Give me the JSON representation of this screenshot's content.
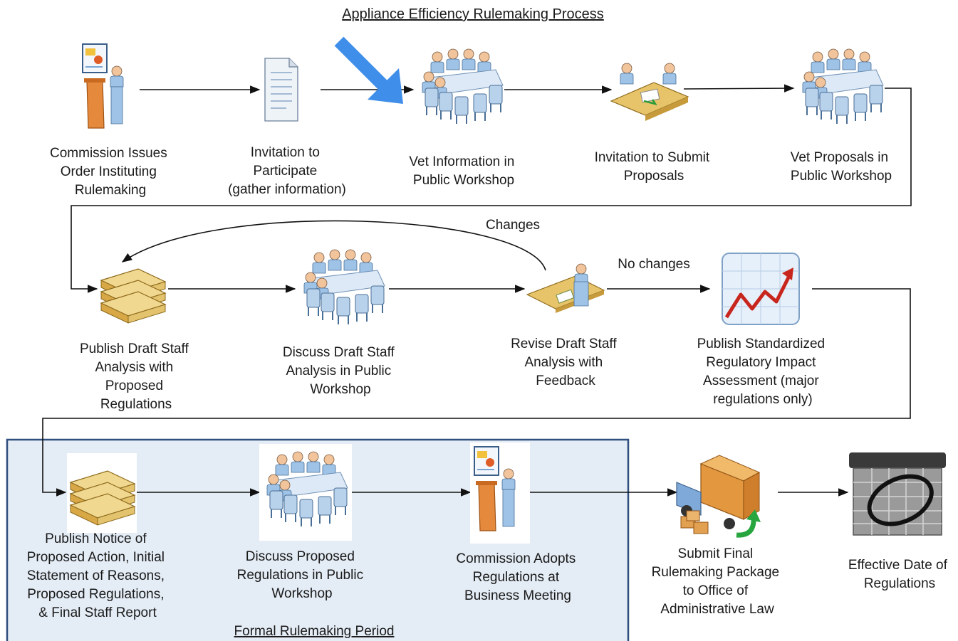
{
  "title": "Appliance Efficiency Rulemaking Process",
  "steps": [
    {
      "lines": [
        "Commission Issues",
        "Order Instituting",
        "Rulemaking"
      ],
      "icon": "presenter-icon"
    },
    {
      "lines": [
        "Invitation to",
        "Participate",
        "(gather information)"
      ],
      "icon": "document-icon"
    },
    {
      "lines": [
        "Vet Information in",
        "Public Workshop"
      ],
      "icon": "workshop-icon"
    },
    {
      "lines": [
        "Invitation to Submit",
        "Proposals"
      ],
      "icon": "proposal-exchange-icon"
    },
    {
      "lines": [
        "Vet Proposals in",
        "Public Workshop"
      ],
      "icon": "workshop-icon"
    },
    {
      "lines": [
        "Publish Draft Staff",
        "Analysis with",
        "Proposed",
        "Regulations"
      ],
      "icon": "document-stack-icon"
    },
    {
      "lines": [
        "Discuss Draft Staff",
        "Analysis in Public",
        "Workshop"
      ],
      "icon": "workshop-icon"
    },
    {
      "lines": [
        "Revise Draft Staff",
        "Analysis with",
        "Feedback"
      ],
      "icon": "desk-writer-icon"
    },
    {
      "lines": [
        "Publish Standardized",
        "Regulatory Impact",
        "Assessment (major",
        "regulations only)"
      ],
      "icon": "trend-chart-icon"
    },
    {
      "lines": [
        "Publish Notice of",
        "Proposed Action, Initial",
        "Statement of Reasons,",
        "Proposed Regulations,",
        "& Final Staff Report"
      ],
      "icon": "document-stack-icon"
    },
    {
      "lines": [
        "Discuss Proposed",
        "Regulations in Public",
        "Workshop"
      ],
      "icon": "workshop-icon"
    },
    {
      "lines": [
        "Commission Adopts",
        "Regulations at",
        "Business Meeting"
      ],
      "icon": "presenter-icon"
    },
    {
      "lines": [
        "Submit Final",
        "Rulemaking Package",
        "to Office of",
        "Administrative Law"
      ],
      "icon": "delivery-truck-icon"
    },
    {
      "lines": [
        "Effective Date of",
        "Regulations"
      ],
      "icon": "calendar-icon"
    }
  ],
  "edge_labels": {
    "changes": "Changes",
    "no_changes": "No changes"
  },
  "formal_period_label": "Formal Rulemaking Period",
  "colors": {
    "highlight_arrow": "#3f8ee9",
    "formal_box_fill": "#e4ecf5",
    "formal_box_border": "#2f4f7f"
  }
}
